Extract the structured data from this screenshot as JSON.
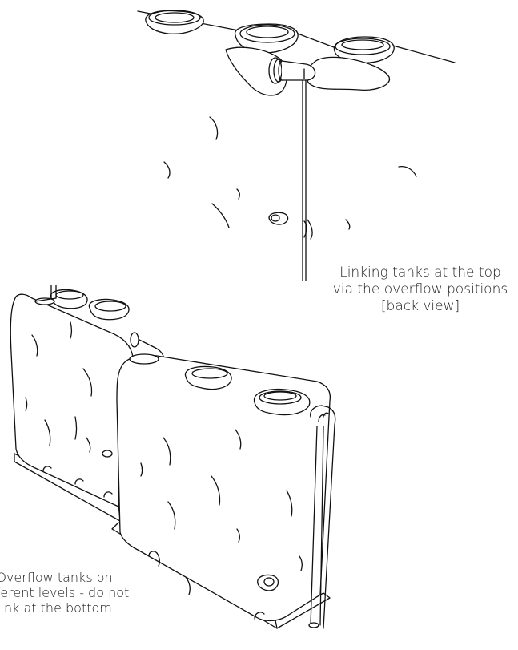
{
  "captions": {
    "top": {
      "line1": "Linking tanks at the top",
      "line2": "via the overflow positions",
      "line3": "[back view]"
    },
    "bottom": {
      "line1": "Overflow tanks on",
      "line2": "different levels - do not",
      "line3": "link at the bottom"
    }
  },
  "colors": {
    "ink": "#111111",
    "paper": "#ffffff"
  }
}
